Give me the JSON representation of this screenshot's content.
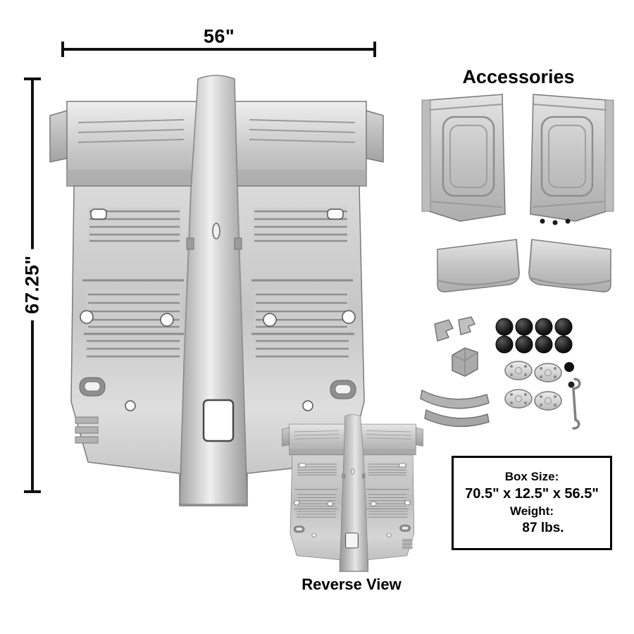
{
  "colors": {
    "background": "#ffffff",
    "line": "#111111",
    "metal_light": "#e8e8e8",
    "metal_mid": "#c4c4c4",
    "metal_dark": "#8a8a8a",
    "plug_black": "#0c0c0c"
  },
  "dimensions": {
    "width_label": "56\"",
    "height_label": "67.25\""
  },
  "accessories": {
    "title": "Accessories"
  },
  "box_info": {
    "title": "Box Size:",
    "size": "70.5\" x 12.5\" x 56.5\"",
    "weight_label": "Weight:",
    "weight_value": "87 lbs."
  },
  "reverse": {
    "label": "Reverse View"
  }
}
